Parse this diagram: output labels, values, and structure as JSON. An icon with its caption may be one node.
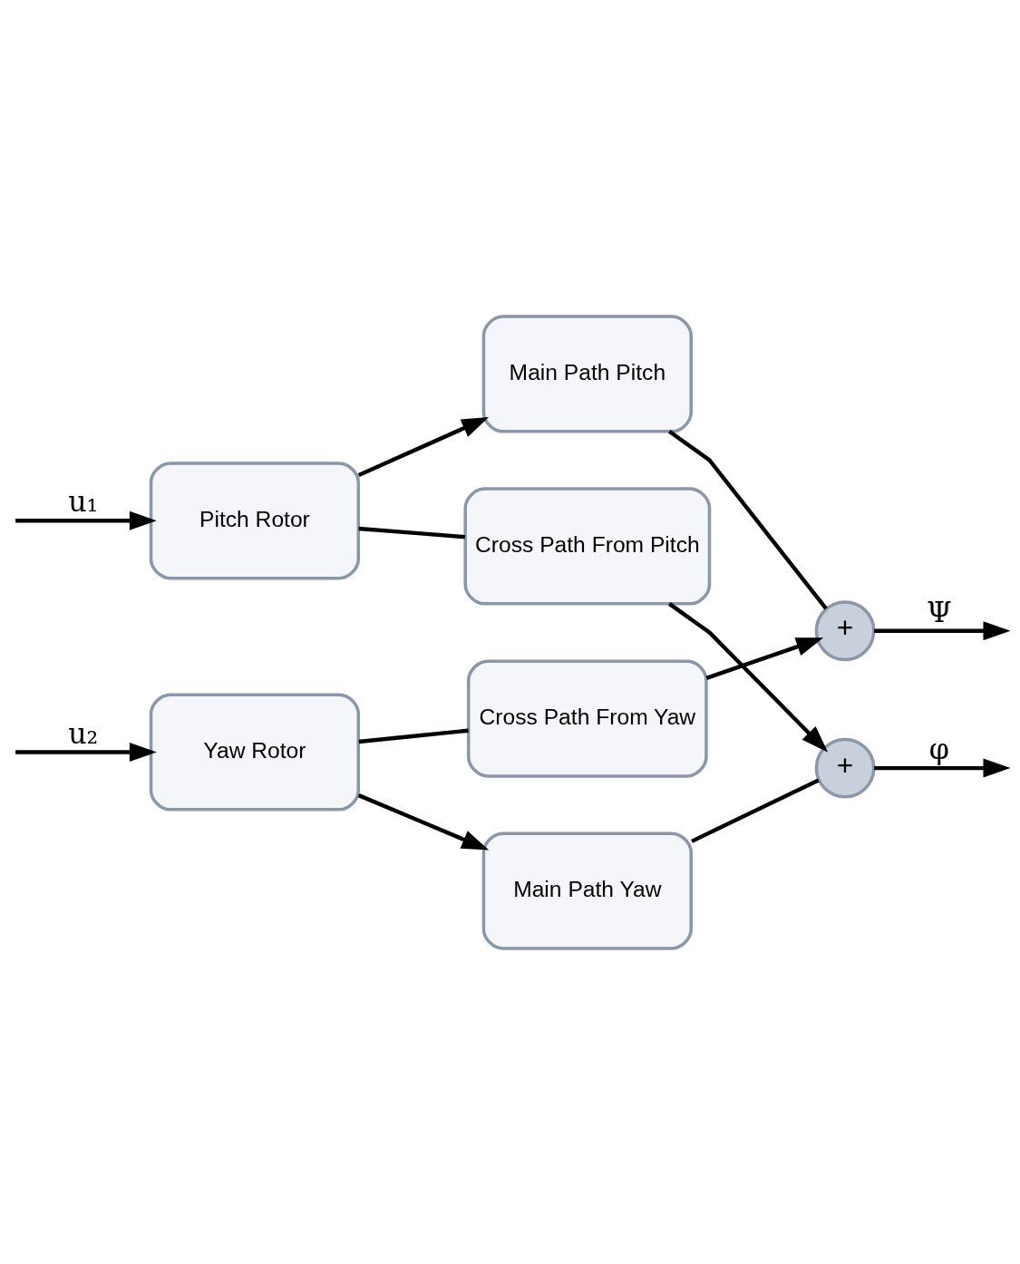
{
  "diagram": {
    "nodes": [
      {
        "text": [
          "Pitch Rotor"
        ]
      },
      {
        "text": [
          "Main Path Pitch"
        ]
      },
      {
        "text": [
          "Cross Path From Pitch"
        ]
      },
      {
        "text": [
          "Cross Path From Yaw"
        ]
      },
      {
        "text": [
          "Yaw Rotor"
        ]
      },
      {
        "text": [
          "Main Path Yaw"
        ]
      },
      {
        "text": [
          "+"
        ]
      },
      {
        "text": [
          "+"
        ]
      }
    ],
    "edges": [
      {
        "from": null,
        "to": 0,
        "arrow": "to",
        "label": "u₁"
      },
      {
        "from": 0,
        "to": 1,
        "arrow": "to"
      },
      {
        "from": 0,
        "to": 2,
        "arrow": "none"
      },
      {
        "from": 1,
        "to": 6,
        "arrow": "none"
      },
      {
        "from": 2,
        "to": 7,
        "arrow": "to"
      },
      {
        "from": 3,
        "to": 6,
        "arrow": "to"
      },
      {
        "from": 6,
        "to": null,
        "arrow": "to",
        "label": "Ψ"
      },
      {
        "from": null,
        "to": 4,
        "arrow": "to",
        "label": "u₂"
      },
      {
        "from": 4,
        "to": 3,
        "arrow": "none"
      },
      {
        "from": 4,
        "to": 5,
        "arrow": "to"
      },
      {
        "from": 5,
        "to": 7,
        "arrow": "none"
      },
      {
        "from": 7,
        "to": null,
        "arrow": "to",
        "label": "φ"
      }
    ]
  }
}
